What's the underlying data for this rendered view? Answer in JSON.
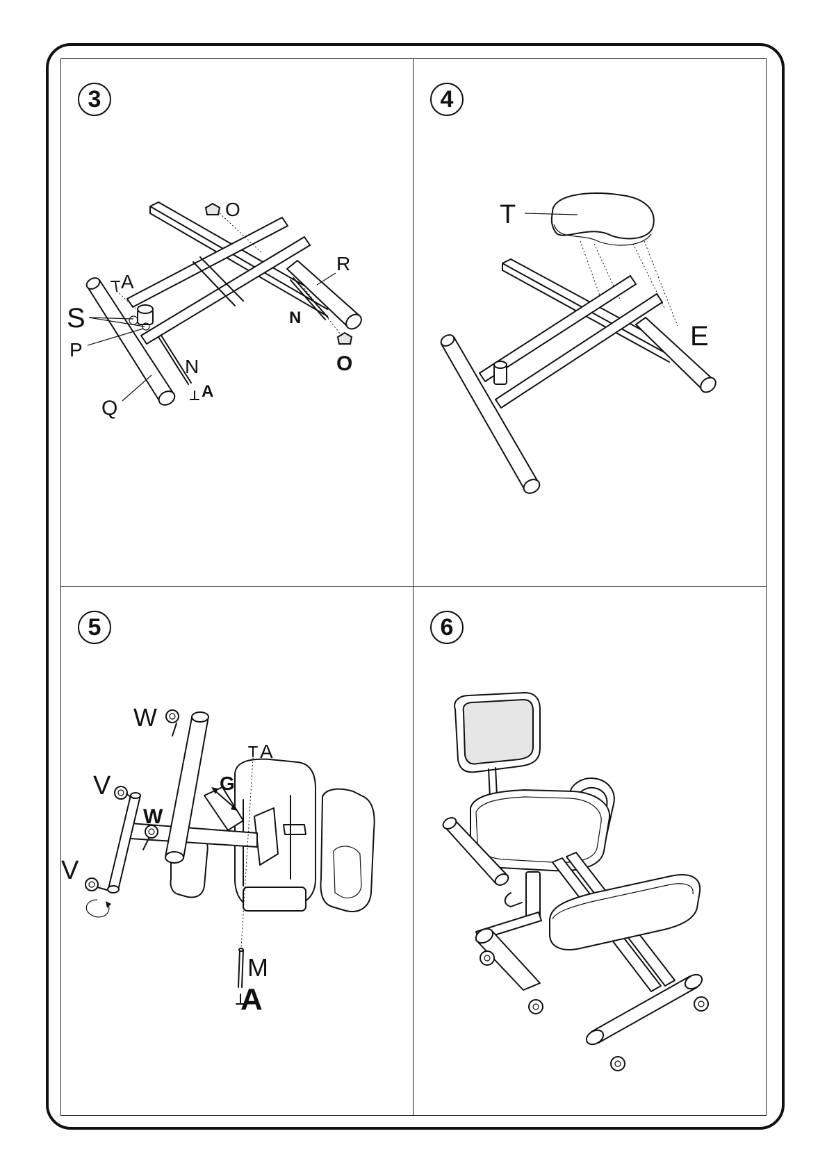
{
  "steps": [
    {
      "number": "3",
      "labels": {
        "O_top": "O",
        "R": "R",
        "A_left": "A",
        "S": "S",
        "P": "P",
        "N_right": "N",
        "O_bottom": "O",
        "N_lower": "N",
        "Q": "Q",
        "A_bottom": "A"
      }
    },
    {
      "number": "4",
      "labels": {
        "T": "T",
        "E": "E"
      }
    },
    {
      "number": "5",
      "labels": {
        "W_top": "W",
        "A_top": "A",
        "V_upper": "V",
        "G": "G",
        "W_mid": "W",
        "V_lower": "V",
        "M": "M",
        "A_bottom": "A"
      }
    },
    {
      "number": "6",
      "labels": {}
    }
  ]
}
